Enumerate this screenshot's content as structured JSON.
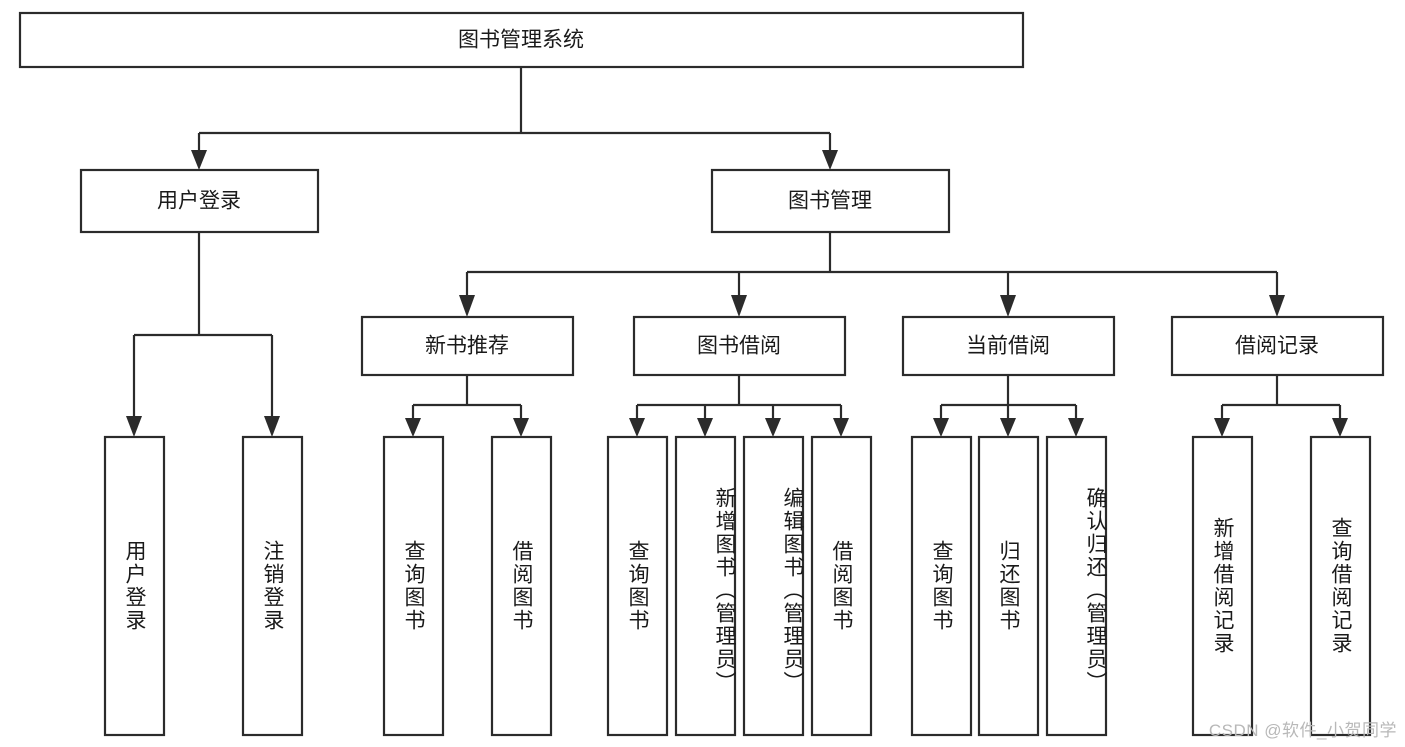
{
  "diagram": {
    "title": "图书管理系统",
    "watermark": "CSDN @软件_小贺同学",
    "orientation": "top-down-tree",
    "levels": 4,
    "nodes": {
      "root": {
        "label": "图书管理系统",
        "level": 1,
        "orient": "horizontal"
      },
      "n_user_login": {
        "label": "用户登录",
        "level": 2,
        "orient": "horizontal"
      },
      "n_book_mgmt": {
        "label": "图书管理",
        "level": 2,
        "orient": "horizontal"
      },
      "n_new_book_rec": {
        "label": "新书推荐",
        "level": 3,
        "orient": "horizontal"
      },
      "n_book_borrow": {
        "label": "图书借阅",
        "level": 3,
        "orient": "horizontal"
      },
      "n_current_borrow": {
        "label": "当前借阅",
        "level": 3,
        "orient": "horizontal"
      },
      "n_borrow_record": {
        "label": "借阅记录",
        "level": 3,
        "orient": "horizontal"
      },
      "l_user_login": {
        "label": "用户登录",
        "level": 4,
        "orient": "vertical",
        "parent": "n_user_login"
      },
      "l_logout": {
        "label": "注销登录",
        "level": 4,
        "orient": "vertical",
        "parent": "n_user_login"
      },
      "l_query_book_1": {
        "label": "查询图书",
        "level": 4,
        "orient": "vertical",
        "parent": "n_new_book_rec"
      },
      "l_borrow_book_1": {
        "label": "借阅图书",
        "level": 4,
        "orient": "vertical",
        "parent": "n_new_book_rec"
      },
      "l_query_book_2": {
        "label": "查询图书",
        "level": 4,
        "orient": "vertical",
        "parent": "n_book_borrow"
      },
      "l_add_book": {
        "label": "新增图书（管理员）",
        "level": 4,
        "orient": "vertical",
        "parent": "n_book_borrow"
      },
      "l_edit_book": {
        "label": "编辑图书（管理员）",
        "level": 4,
        "orient": "vertical",
        "parent": "n_book_borrow"
      },
      "l_borrow_book_2": {
        "label": "借阅图书",
        "level": 4,
        "orient": "vertical",
        "parent": "n_book_borrow"
      },
      "l_query_book_3": {
        "label": "查询图书",
        "level": 4,
        "orient": "vertical",
        "parent": "n_current_borrow"
      },
      "l_return_book": {
        "label": "归还图书",
        "level": 4,
        "orient": "vertical",
        "parent": "n_current_borrow"
      },
      "l_confirm_return": {
        "label": "确认归还（管理员）",
        "level": 4,
        "orient": "vertical",
        "parent": "n_current_borrow"
      },
      "l_add_record": {
        "label": "新增借阅记录",
        "level": 4,
        "orient": "vertical",
        "parent": "n_borrow_record"
      },
      "l_query_record": {
        "label": "查询借阅记录",
        "level": 4,
        "orient": "vertical",
        "parent": "n_borrow_record"
      }
    },
    "colors": {
      "stroke": "#2b2b2b",
      "fill": "#ffffff",
      "text": "#1a1a1a",
      "watermark": "#b8b8b8",
      "background": "#ffffff"
    }
  }
}
